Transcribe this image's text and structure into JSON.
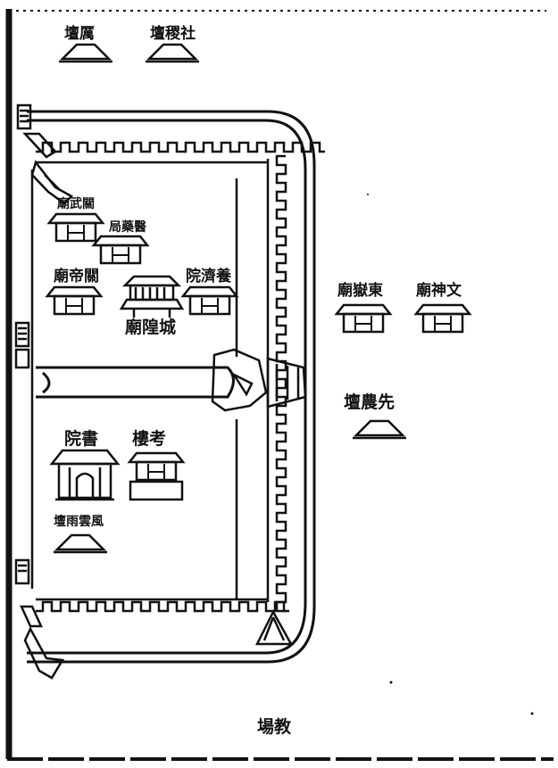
{
  "labels": {
    "altar_top_left": "壇厲",
    "altar_top_right": "壇稷社",
    "temple_wenchang": "廟武關",
    "office_top": "局藥醫",
    "temple_left": "廟帝關",
    "temple_city_god": "廟隍城",
    "court_right_inner": "院濟養",
    "temple_east": "廟嶽東",
    "temple_wenshen": "廟神文",
    "altar_xiannong": "壇農先",
    "academy": "院書",
    "school": "樓考",
    "altar_small": "壇雨雲風",
    "parade_ground": "場教"
  },
  "colors": {
    "ink": "#111111",
    "paper": "#ffffff"
  }
}
